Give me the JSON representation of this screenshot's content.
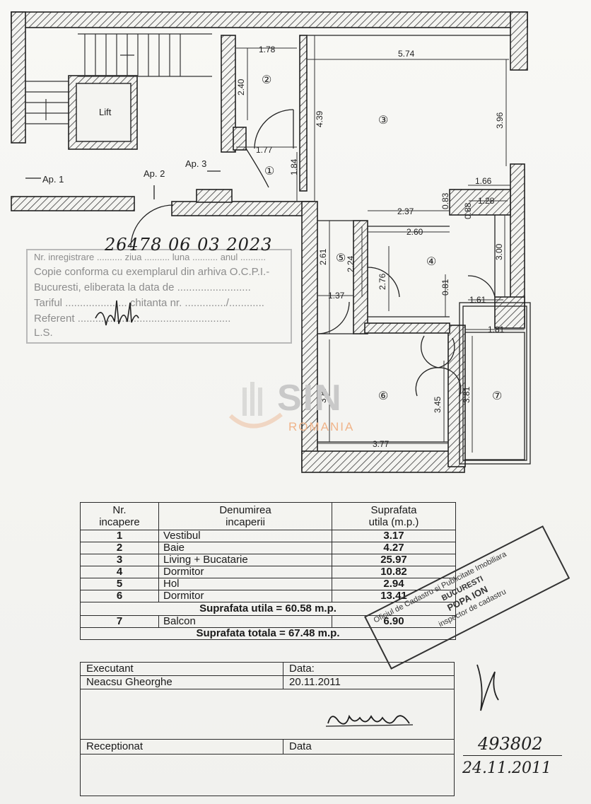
{
  "plan": {
    "labels": {
      "ap1": "Ap. 1",
      "ap2": "Ap. 2",
      "ap3": "Ap. 3",
      "lift": "Lift"
    },
    "room_numbers": [
      "①",
      "②",
      "③",
      "④",
      "⑤",
      "⑥",
      "⑦"
    ],
    "dimensions": {
      "d178": "1.78",
      "d574": "5.74",
      "d240": "2.40",
      "d439": "4.39",
      "d396": "3.96",
      "d177": "1.77",
      "d184": "1.84",
      "d166": "1.66",
      "d083": "0.83",
      "d088": "0.88",
      "d128": "1.28",
      "d237": "2.37",
      "d260": "2.60",
      "d261": "2.61",
      "d224": "2.24",
      "d276": "2.76",
      "d300": "3.00",
      "d081": "0.81",
      "d137": "1.37",
      "d161": "1.61",
      "d181": "1.81",
      "d387": "3.87",
      "d345": "3.45",
      "d381": "3.81",
      "d377": "3.77"
    }
  },
  "stamp": {
    "reg_number": "26478  06  03  2023",
    "line1": "Nr. inregistrare .......... ziua .......... luna .......... anul ..........",
    "line2": "Copie conforma cu exemplarul din arhiva O.C.P.I.-",
    "line3": "Bucuresti, eliberata la data de .........................",
    "line4": "Tariful ..................... chitanta nr. ............../............",
    "line5": "Referent ....................................................",
    "line6": "L.S."
  },
  "watermark": {
    "brand": "SIN",
    "country": "ROMANIA"
  },
  "table": {
    "header": {
      "nr": "Nr.\nincapere",
      "name": "Denumirea\nincaperii",
      "area": "Suprafata\nutila (m.p.)"
    },
    "rows": [
      {
        "nr": "1",
        "name": "Vestibul",
        "area": "3.17"
      },
      {
        "nr": "2",
        "name": "Baie",
        "area": "4.27"
      },
      {
        "nr": "3",
        "name": "Living + Bucatarie",
        "area": "25.97"
      },
      {
        "nr": "4",
        "name": "Dormitor",
        "area": "10.82"
      },
      {
        "nr": "5",
        "name": "Hol",
        "area": "2.94"
      },
      {
        "nr": "6",
        "name": "Dormitor",
        "area": "13.41"
      }
    ],
    "useful_total": "Suprafata utila = 60.58 m.p.",
    "balcony": {
      "nr": "7",
      "name": "Balcon",
      "area": "6.90"
    },
    "grand_total": "Suprafata totala =  67.48 m.p."
  },
  "executor": {
    "executant_label": "Executant",
    "executant_name": "Neacsu Gheorghe",
    "date_label": "Data:",
    "date_value": "20.11.2011",
    "received_label": "Receptionat",
    "received_date_label": "Data"
  },
  "ocpi_stamp": {
    "line1": "Oficiul de Cadastru si Publicitate Imobiliara",
    "line2": "BUCURESTI",
    "line3": "POPA ION",
    "line4": "inspector de cadastru"
  },
  "handwriting": {
    "number": "493802",
    "date": "24.11.2011"
  }
}
